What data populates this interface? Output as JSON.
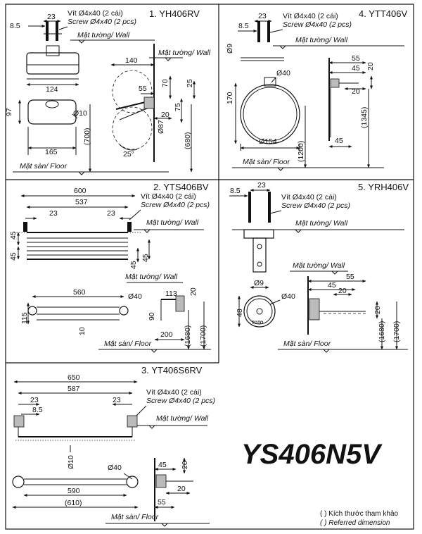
{
  "product_code": "YS406N5V",
  "notes": {
    "vi": "( ) Kích thước tham khảo",
    "en": "( ) Referred dimension"
  },
  "common": {
    "screw_vi": "Vít Ø4x40 (2 cái)",
    "screw_en": "Screw Ø4x40 (2 pcs)",
    "wall": "Mặt tường/ Wall",
    "floor": "Mặt sàn/ Floor"
  },
  "p1": {
    "title": "1. YH406RV",
    "d23": "23",
    "d8_5": "8.5",
    "d124": "124",
    "d97": "97",
    "d10": "Ø10",
    "d165": "165",
    "d700": "(700)",
    "d140": "140",
    "d55": "55",
    "d70": "70",
    "d25": "25",
    "d75": "75",
    "d20": "20",
    "d87": "Ø87",
    "d680": "(680)",
    "ang": "25°"
  },
  "p2": {
    "title": "2. YTS406BV",
    "d600": "600",
    "d537": "537",
    "d23a": "23",
    "d23b": "23",
    "d45a": "45",
    "d45b": "45",
    "d45c": "45",
    "d45d": "45",
    "d560": "560",
    "d40": "Ø40",
    "d115": "115",
    "d10": "10",
    "d113": "113",
    "d20": "20",
    "d90": "90",
    "d200": "200",
    "d1680": "(1680)",
    "d1700": "(1700)"
  },
  "p3": {
    "title": "3. YT406S6RV",
    "d650": "650",
    "d587": "587",
    "d23a": "23",
    "d23b": "23",
    "d8_5": "8.5",
    "d10": "Ø10",
    "d40": "Ø40",
    "d590": "590",
    "d610": "(610)",
    "d45": "45",
    "d20a": "20",
    "d20b": "20",
    "d55": "55"
  },
  "p4": {
    "title": "4. YTT406V",
    "d23": "23",
    "d8_5": "8.5",
    "d9": "Ø9",
    "d40": "Ø40",
    "d170": "170",
    "d154": "Ø154",
    "d1200": "(1200)",
    "d55": "55",
    "d45a": "45",
    "d20a": "20",
    "d20b": "20",
    "d1345": "(1345)",
    "d45b": "45"
  },
  "p5": {
    "title": "5. YRH406V",
    "d8_5": "8.5",
    "d23": "23",
    "d9": "Ø9",
    "d40": "Ø40",
    "d48": "48",
    "d55": "55",
    "d45": "45",
    "d20a": "20",
    "d20b": "20",
    "d1680": "(1680)",
    "d1700": "(1700)",
    "brand": "TOTO"
  }
}
